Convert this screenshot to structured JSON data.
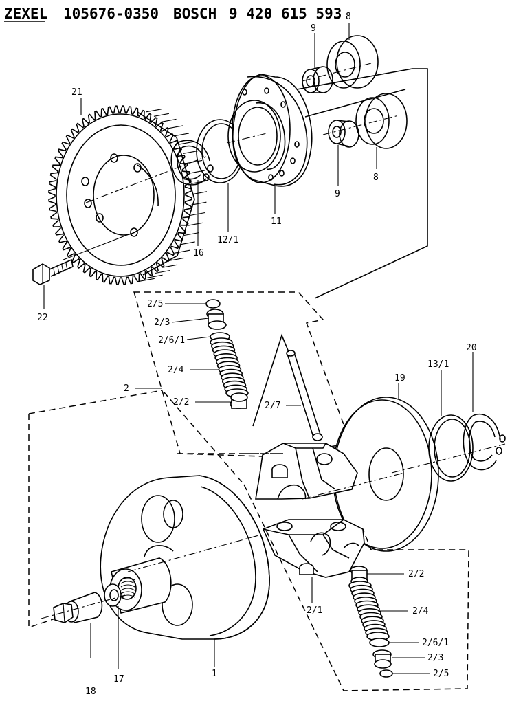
{
  "header": {
    "brand_left": "ZEXEL",
    "part_number_left": "105676-0350",
    "brand_right": "BOSCH",
    "part_number_right": "9 420 615 593"
  },
  "callouts": {
    "c8_top": "8",
    "c9_top": "9",
    "c21": "21",
    "c8_right": "8",
    "c9_lower": "9",
    "c11": "11",
    "c12_1": "12/1",
    "c16": "16",
    "c22": "22",
    "c2_5_top": "2/5",
    "c2_3_top": "2/3",
    "c2_6_1_top": "2/6/1",
    "c2_4_top": "2/4",
    "c2_2_top": "2/2",
    "c2_7": "2/7",
    "c2": "2",
    "c19": "19",
    "c13_1": "13/1",
    "c20": "20",
    "c2_2_bot": "2/2",
    "c2_4_bot": "2/4",
    "c2_6_1_bot": "2/6/1",
    "c2_3_bot": "2/3",
    "c2_5_bot": "2/5",
    "c2_1": "2/1",
    "c18": "18",
    "c17": "17",
    "c1": "1"
  }
}
